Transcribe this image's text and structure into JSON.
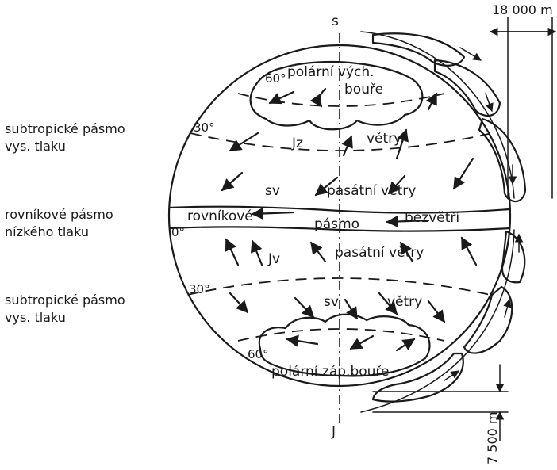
{
  "axis": {
    "north": "s",
    "south": "J"
  },
  "scale": {
    "top": "18 000 m",
    "bottom": "7 500 m"
  },
  "side_labels": {
    "north_subtropic_line1": "subtropické pásmo",
    "north_subtropic_line2": "vys. tlaku",
    "equator_line1": "rovníkové pásmo",
    "equator_line2": "nízkého tlaku",
    "south_subtropic_line1": "subtropické pásmo",
    "south_subtropic_line2": "vys. tlaku"
  },
  "latitudes": {
    "n60": "60°",
    "n30": "30°",
    "eq": "0°",
    "s30": "30°",
    "s60": "60°"
  },
  "zones": {
    "polar_north_1": "polární vých.",
    "polar_north_2": "bouře",
    "jz": "Jz",
    "vetry_north": "větry",
    "sv_north": "sv",
    "pasatni_north": "pasátní větry",
    "equatorial_1": "rovníkové",
    "equatorial_2": "pásmo",
    "equatorial_3": "bezvětří",
    "jv": "Jv",
    "pasatni_south": "pasátní větry",
    "sv_south": "sv",
    "vetry_south": "větry",
    "polar_south": "polární záp.bouře"
  }
}
